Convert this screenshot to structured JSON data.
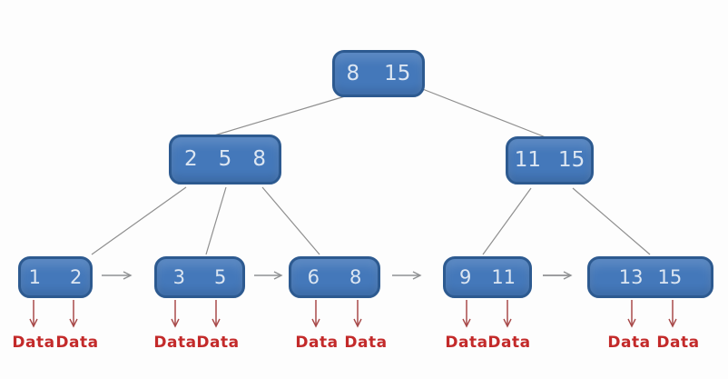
{
  "diagram_type": "b-plus-tree",
  "tree": {
    "root": {
      "keys": [
        "8",
        "15"
      ]
    },
    "internal_left": {
      "keys": [
        "2",
        "5",
        "8"
      ]
    },
    "internal_right": {
      "keys": [
        "11",
        "15"
      ]
    },
    "leaf_0": {
      "keys": [
        "1",
        "2"
      ]
    },
    "leaf_1": {
      "keys": [
        "3",
        "5"
      ]
    },
    "leaf_2": {
      "keys": [
        "6",
        "8"
      ]
    },
    "leaf_3": {
      "keys": [
        "9",
        "11"
      ]
    },
    "leaf_4": {
      "keys": [
        "13",
        "15"
      ]
    }
  },
  "labels": {
    "data": "Data"
  },
  "colors": {
    "node_fill": "#4478ba",
    "node_border": "#2d5a90",
    "node_text": "#dce6f2",
    "tree_edge": "#8f8f8f",
    "leaf_chain_arrow": "#8f9193",
    "data_arrow": "#a84a4a",
    "data_text": "#c32a2a",
    "background": "#fdfdfd"
  }
}
